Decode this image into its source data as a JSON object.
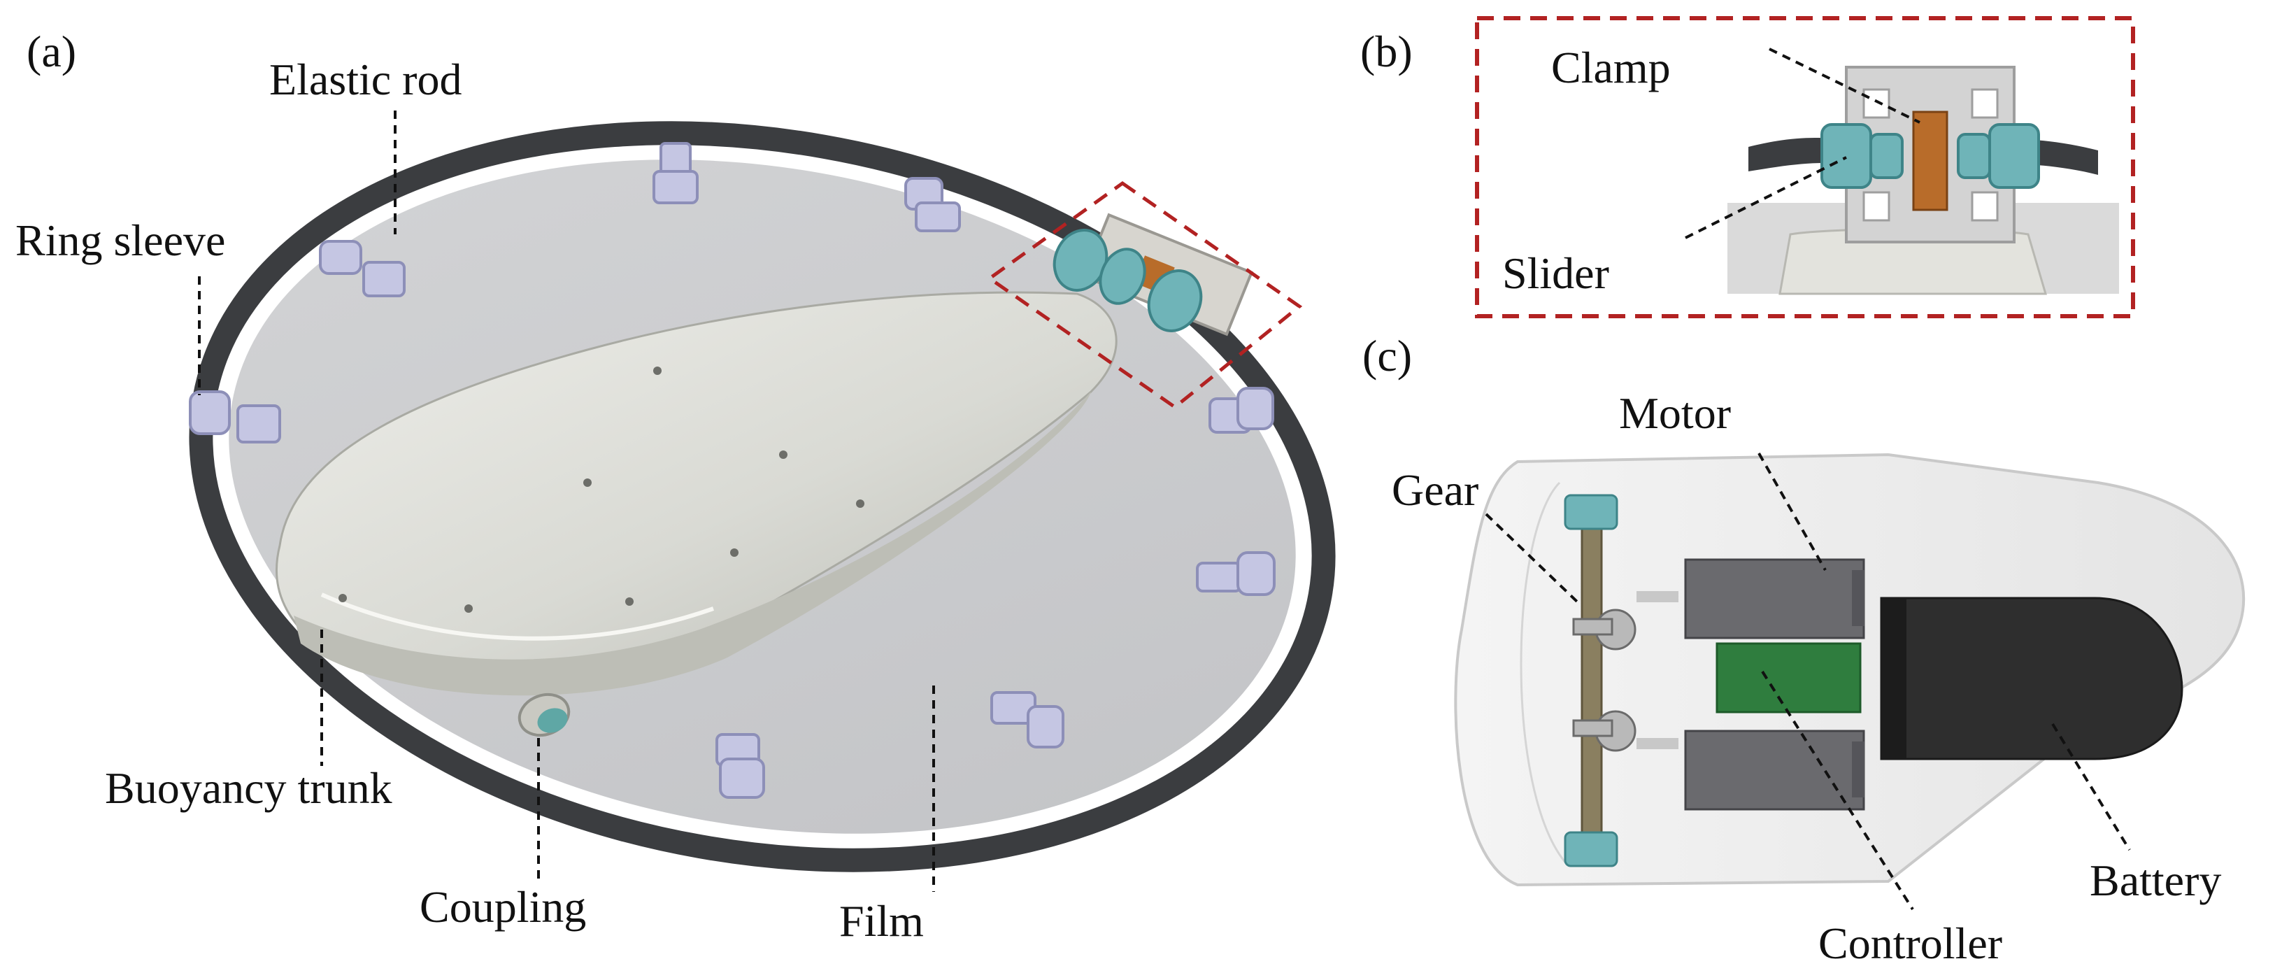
{
  "panels": {
    "a": {
      "tag": "(a)",
      "labels": {
        "elastic_rod": "Elastic rod",
        "ring_sleeve": "Ring sleeve",
        "buoyancy_trunk": "Buoyancy trunk",
        "coupling": "Coupling",
        "film": "Film"
      }
    },
    "b": {
      "tag": "(b)",
      "labels": {
        "clamp": "Clamp",
        "slider": "Slider"
      }
    },
    "c": {
      "tag": "(c)",
      "labels": {
        "motor": "Motor",
        "gear": "Gear",
        "battery": "Battery",
        "controller": "Controller"
      }
    }
  },
  "colors": {
    "rod": "#3b3d40",
    "film": "#c9cbcd",
    "sleeve": "#c5c6e3",
    "hull": "#d8d9d3",
    "slider": "#6fb4b8",
    "clamp_core": "#b86c2a",
    "motor": "#6a6a6e",
    "controller": "#2f7d3e",
    "battery": "#2e2e2e",
    "highlight_box": "#b22222"
  },
  "icons": [
    "ring-sleeve-icon",
    "coupling-icon",
    "slider-icon",
    "clamp-icon",
    "gear-icon",
    "motor-icon",
    "battery-icon",
    "controller-icon"
  ]
}
